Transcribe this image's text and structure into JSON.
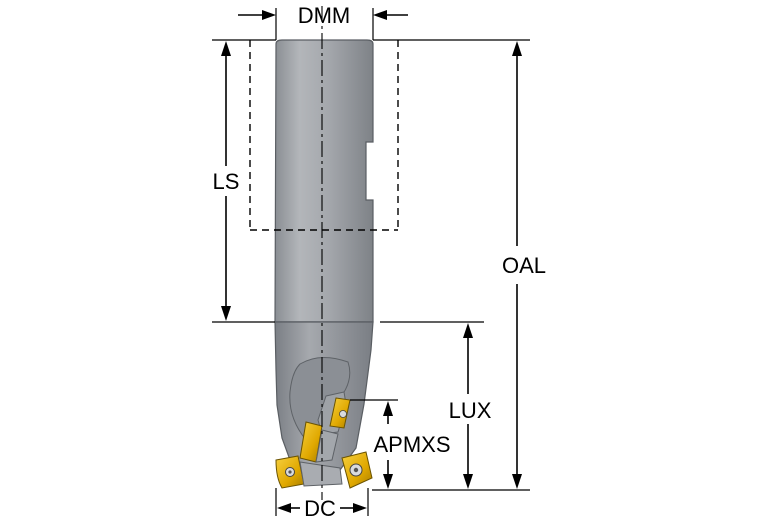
{
  "labels": {
    "dmm": "DMM",
    "ls": "LS",
    "oal": "OAL",
    "lux": "LUX",
    "apmxs": "APMXS",
    "dc": "DC"
  },
  "colors": {
    "body_light": "#b9bcc0",
    "body_mid": "#9ea1a6",
    "body_dark": "#7c8086",
    "insert_gold": "#e8b400",
    "insert_dark": "#a87e00",
    "line": "#000000"
  }
}
